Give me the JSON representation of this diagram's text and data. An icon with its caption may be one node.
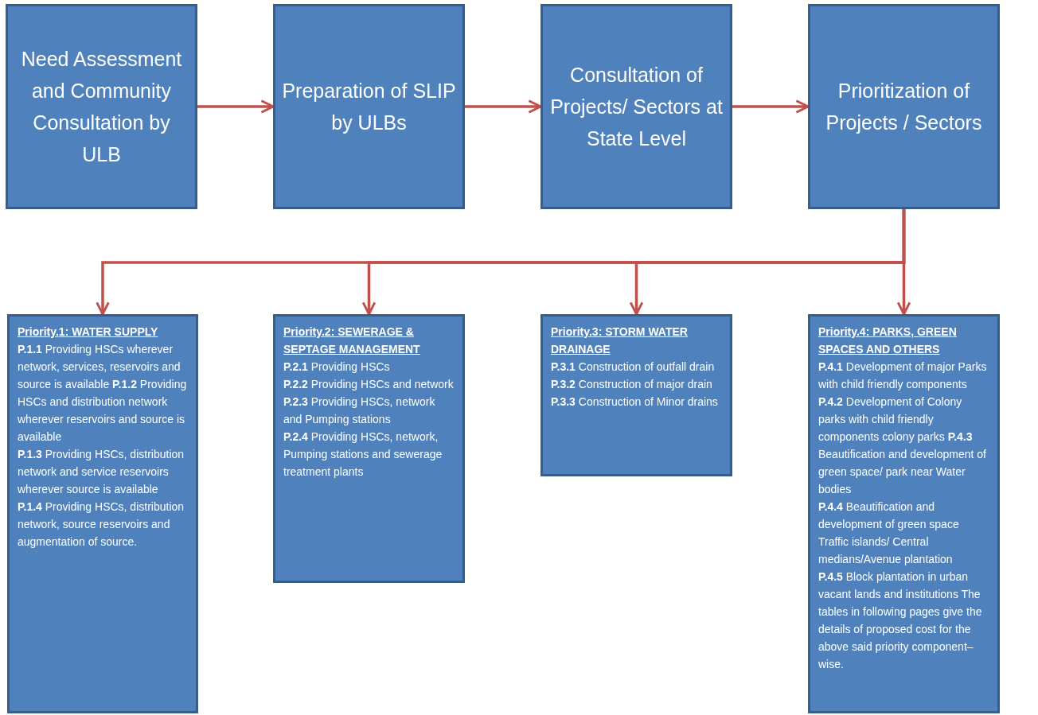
{
  "diagram": {
    "nodes": [
      {
        "text": [
          "Need Assessment and Community Consultation by ULB"
        ]
      },
      {
        "text": [
          "Preparation of SLIP by ULBs"
        ]
      },
      {
        "text": [
          "Consultation of Projects/ Sectors at State Level"
        ]
      },
      {
        "text": [
          "Prioritization of Projects / Sectors"
        ]
      },
      {
        "text": [
          "Priority.1: WATER SUPPLY",
          "**P.1.1** Providing HSCs wherever network, services, reservoirs and source is available **P.1.2** Providing HSCs and distribution network wherever reservoirs and source is available",
          "**P.1.3** Providing HSCs, distribution network and service reservoirs wherever source is available",
          "**P.1.4** Providing HSCs, distribution network, source reservoirs and augmentation of source."
        ]
      },
      {
        "text": [
          "Priority.2: SEWERAGE & SEPTAGE MANAGEMENT",
          "**P.2.1** Providing HSCs",
          "**P.2.2** Providing HSCs and network",
          "**P.2.3** Providing HSCs, network and Pumping stations",
          "**P.2.4** Providing HSCs, network, Pumping stations and sewerage treatment plants"
        ]
      },
      {
        "text": [
          "Priority.3: STORM WATER DRAINAGE",
          "**P.3.1** Construction of outfall drain **P.3.2** Construction of major drain **P.3.3** Construction of Minor drains"
        ]
      },
      {
        "text": [
          "Priority.4: PARKS, GREEN SPACES AND OTHERS",
          "**P.4.1** Development of major Parks with child friendly components",
          "**P.4.2** Development of Colony parks with child friendly components colony parks **P.4.3** Beautification and development of green space/ park near Water bodies",
          "**P.4.4** Beautification and development of green space Traffic islands/ Central medians/Avenue plantation",
          "**P.4.5** Block plantation in urban vacant lands and institutions The tables in following pages give the details of proposed cost for the above said priority component–wise."
        ]
      }
    ],
    "edges": [
      {
        "from": 0,
        "to": 1,
        "arrow": "to"
      },
      {
        "from": 1,
        "to": 2,
        "arrow": "to"
      },
      {
        "from": 2,
        "to": 3,
        "arrow": "to"
      },
      {
        "from": 3,
        "to": 4,
        "arrow": "to"
      },
      {
        "from": 3,
        "to": 5,
        "arrow": "to"
      },
      {
        "from": 3,
        "to": 6,
        "arrow": "to"
      },
      {
        "from": 3,
        "to": 7,
        "arrow": "to"
      }
    ]
  }
}
